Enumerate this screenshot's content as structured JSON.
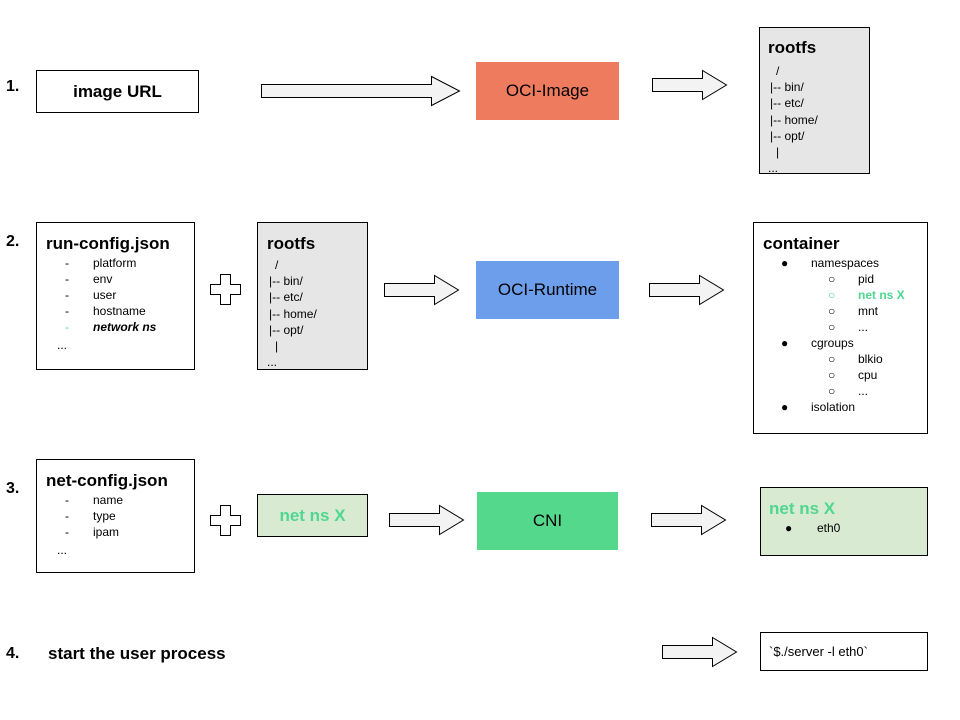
{
  "rows": [
    {
      "number": "1."
    },
    {
      "number": "2."
    },
    {
      "number": "3."
    },
    {
      "number": "4.",
      "label": "start the user process"
    }
  ],
  "row1": {
    "input": "image URL",
    "process": "OCI-Image",
    "output": {
      "title": "rootfs",
      "lines": [
        "/",
        "|-- bin/",
        "|-- etc/",
        "|-- home/",
        "|-- opt/",
        "|",
        "..."
      ]
    }
  },
  "row2": {
    "config": {
      "title": "run-config.json",
      "items": [
        "platform",
        "env",
        "user",
        "hostname",
        "network ns"
      ],
      "more": "..."
    },
    "rootfs": {
      "title": "rootfs",
      "lines": [
        "/",
        "|-- bin/",
        "|-- etc/",
        "|-- home/",
        "|-- opt/",
        "|",
        "..."
      ]
    },
    "process": "OCI-Runtime",
    "output": {
      "title": "container",
      "namespaces_label": "namespaces",
      "namespaces": [
        "pid",
        "net ns X",
        "mnt",
        "..."
      ],
      "cgroups_label": "cgroups",
      "cgroups": [
        "blkio",
        "cpu",
        "..."
      ],
      "isolation_label": "isolation"
    }
  },
  "row3": {
    "config": {
      "title": "net-config.json",
      "items": [
        "name",
        "type",
        "ipam"
      ],
      "more": "..."
    },
    "netns": "net ns X",
    "process": "CNI",
    "output": {
      "title": "net ns X",
      "items": [
        "eth0"
      ]
    }
  },
  "row4": {
    "command": "`$./server -l eth0`"
  },
  "colors": {
    "oci_image": "#ef7b5e",
    "oci_runtime": "#6d9eeb",
    "cni": "#54d98c",
    "netns_bg": "#d9ead3",
    "netns_text": "#4fd68f",
    "gray_box": "#e6e6e6"
  },
  "icons": [
    "arrow-right-icon",
    "plus-icon",
    "bullet-icon",
    "circle-bullet-icon",
    "dash-bullet-icon"
  ]
}
